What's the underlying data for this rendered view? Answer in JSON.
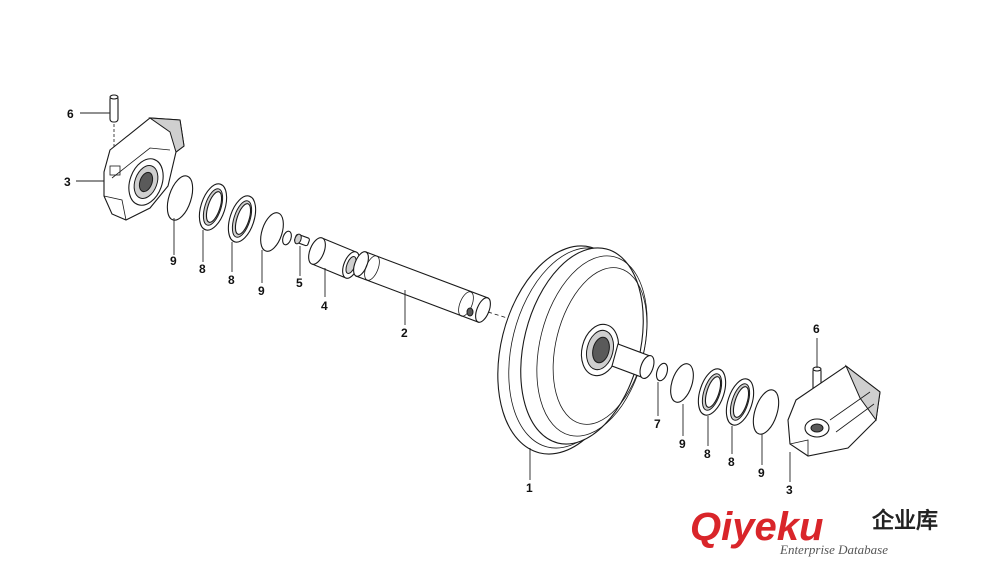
{
  "callouts": [
    {
      "id": "c6-left",
      "label": "6"
    },
    {
      "id": "c3-left",
      "label": "3"
    },
    {
      "id": "c9-a",
      "label": "9"
    },
    {
      "id": "c8-a",
      "label": "8"
    },
    {
      "id": "c8-b",
      "label": "8"
    },
    {
      "id": "c9-b",
      "label": "9"
    },
    {
      "id": "c5",
      "label": "5"
    },
    {
      "id": "c4",
      "label": "4"
    },
    {
      "id": "c2",
      "label": "2"
    },
    {
      "id": "c1",
      "label": "1"
    },
    {
      "id": "c7",
      "label": "7"
    },
    {
      "id": "c9-c",
      "label": "9"
    },
    {
      "id": "c8-c",
      "label": "8"
    },
    {
      "id": "c8-d",
      "label": "8"
    },
    {
      "id": "c9-d",
      "label": "9"
    },
    {
      "id": "c6-right",
      "label": "6"
    },
    {
      "id": "c3-right",
      "label": "3"
    }
  ],
  "watermark": {
    "brand": "Qiyeku",
    "brand_cn": "企业库",
    "tagline": "Enterprise Database",
    "accent_color": "#d9252a"
  }
}
